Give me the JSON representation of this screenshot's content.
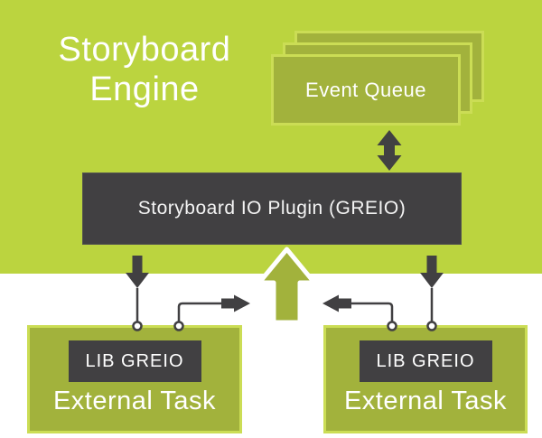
{
  "diagram": {
    "title": "Storyboard Engine",
    "title_lines": [
      "Storyboard",
      "Engine"
    ],
    "event_queue": {
      "label": "Event Queue"
    },
    "plugin": {
      "label": "Storyboard IO Plugin (GREIO)"
    },
    "tasks": [
      {
        "lib_label": "LIB GREIO",
        "label": "External Task"
      },
      {
        "lib_label": "LIB GREIO",
        "label": "External Task"
      }
    ],
    "icons": [
      "double-arrow-icon",
      "down-arrow-left-icon",
      "down-arrow-right-icon",
      "elbow-arrow-right-pointing-icon",
      "elbow-arrow-left-pointing-icon",
      "up-arrow-icon"
    ],
    "colors": {
      "background_green": "#bbd43f",
      "box_green": "#a2b23c",
      "border_green": "#cbdd55",
      "dark_gray": "#414042",
      "text_white": "#ffffff"
    }
  }
}
